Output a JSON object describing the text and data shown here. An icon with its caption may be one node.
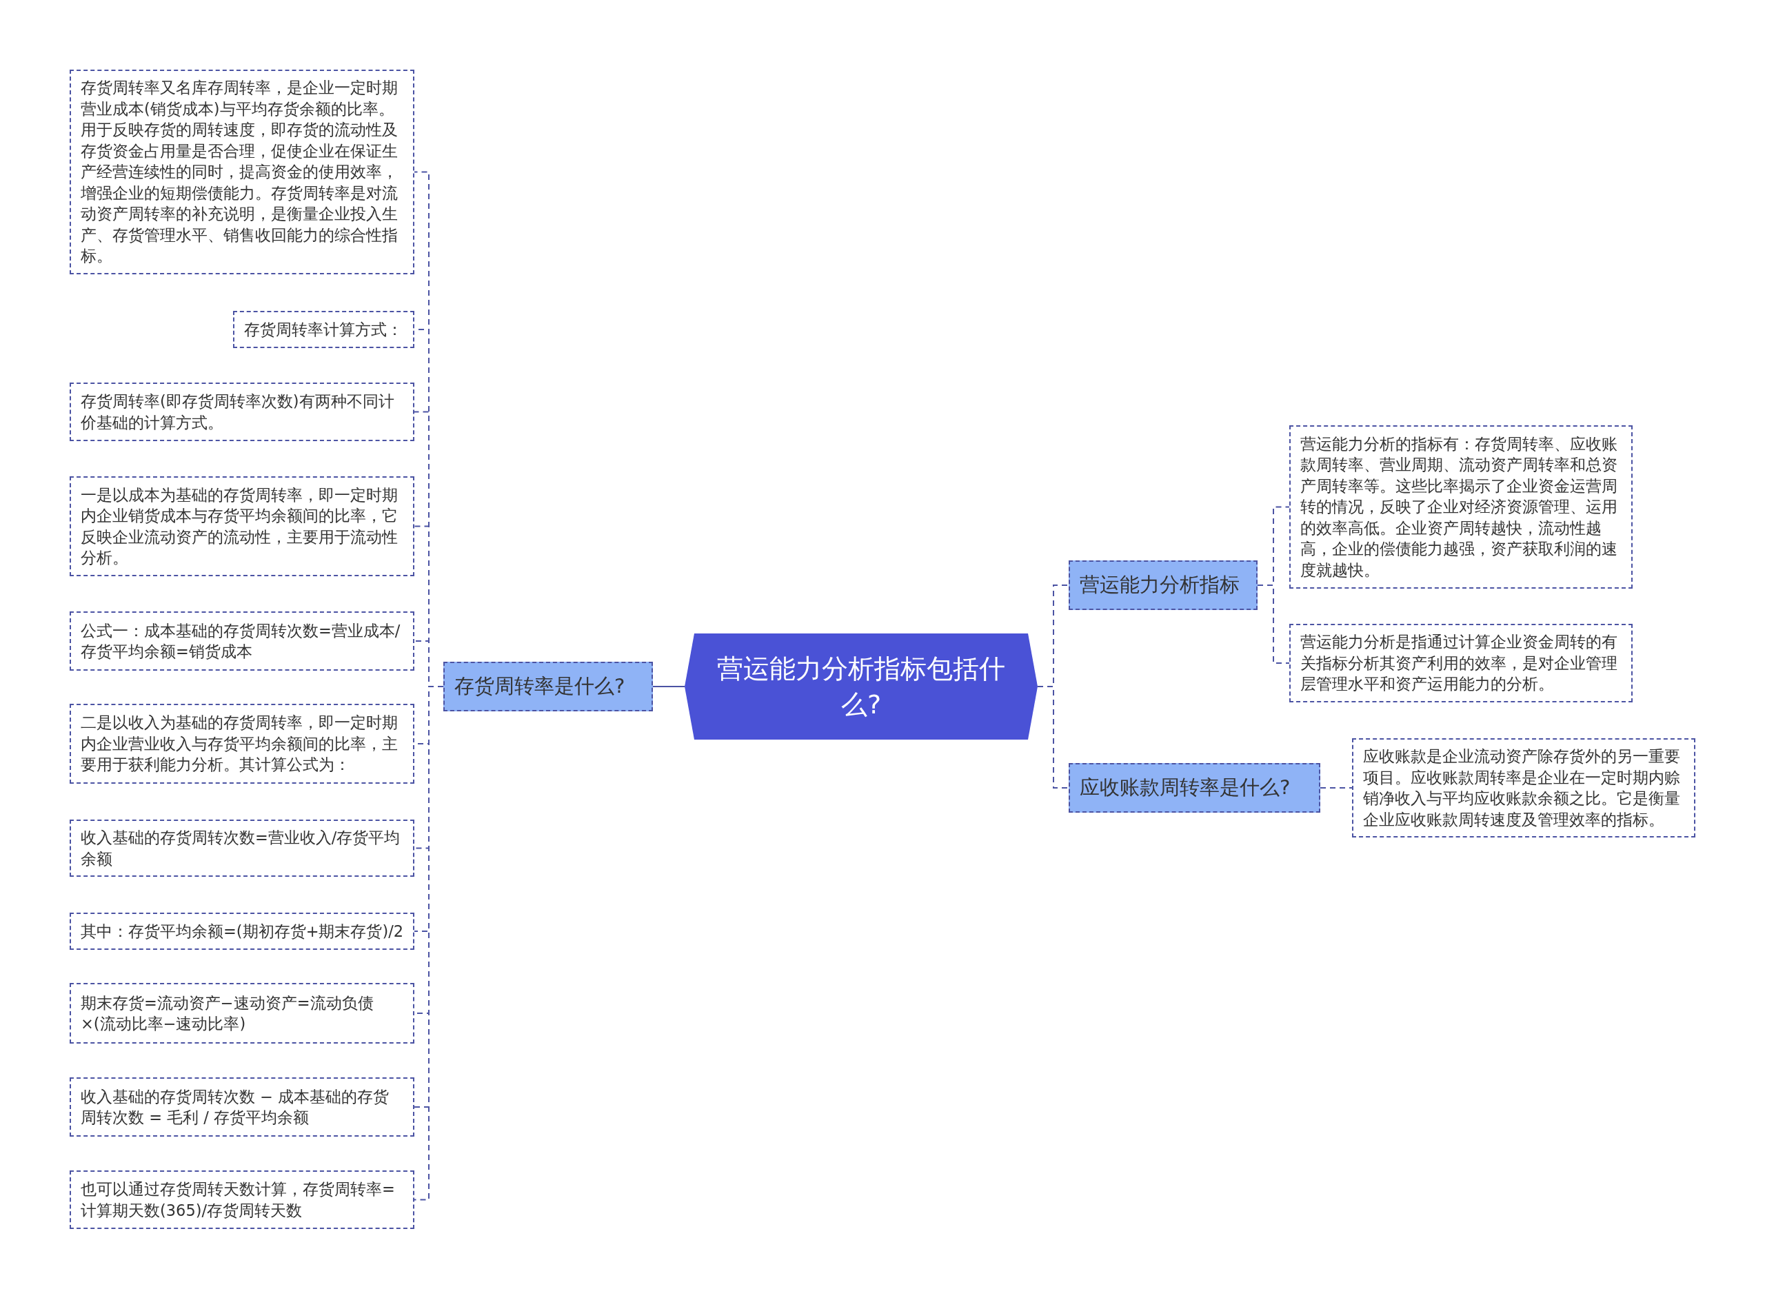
{
  "diagram": {
    "nodes": [
      {
        "text": [
          "营运能力分析指标包括什么?"
        ]
      },
      {
        "text": [
          "存货周转率是什么?"
        ]
      },
      {
        "text": [
          "营运能力分析指标"
        ]
      },
      {
        "text": [
          "应收账款周转率是什么?"
        ]
      },
      {
        "text": [
          "存货周转率又名库存周转率，是企业一定时期营业成本(销货成本)与平均存货余额的比率。用于反映存货的周转速度，即存货的流动性及存货资金占用量是否合理，促使企业在保证生产经营连续性的同时，提高资金的使用效率，增强企业的短期偿债能力。存货周转率是对流动资产周转率的补充说明，是衡量企业投入生产、存货管理水平、销售收回能力的综合性指标。"
        ]
      },
      {
        "text": [
          "存货周转率计算方式："
        ]
      },
      {
        "text": [
          "存货周转率(即存货周转率次数)有两种不同计价基础的计算方式。"
        ]
      },
      {
        "text": [
          "一是以成本为基础的存货周转率，即一定时期内企业销货成本与存货平均余额间的比率，它反映企业流动资产的流动性，主要用于流动性分析。"
        ]
      },
      {
        "text": [
          "公式一：成本基础的存货周转次数=营业成本/存货平均余额=销货成本"
        ]
      },
      {
        "text": [
          "二是以收入为基础的存货周转率，即一定时期内企业营业收入与存货平均余额间的比率，主要用于获利能力分析。其计算公式为："
        ]
      },
      {
        "text": [
          "收入基础的存货周转次数=营业收入/存货平均余额"
        ]
      },
      {
        "text": [
          "其中：存货平均余额=(期初存货+期末存货)/2"
        ]
      },
      {
        "text": [
          "期末存货=流动资产−速动资产=流动负债×(流动比率−速动比率)"
        ]
      },
      {
        "text": [
          "收入基础的存货周转次数 − 成本基础的存货周转次数 = 毛利 / 存货平均余额"
        ]
      },
      {
        "text": [
          "也可以通过存货周转天数计算，存货周转率=计算期天数(365)/存货周转天数"
        ]
      },
      {
        "text": [
          "营运能力分析的指标有：存货周转率、应收账款周转率、营业周期、流动资产周转率和总资产周转率等。这些比率揭示了企业资金运营周转的情况，反映了企业对经济资源管理、运用的效率高低。企业资产周转越快，流动性越高，企业的偿债能力越强，资产获取利润的速度就越快。"
        ]
      },
      {
        "text": [
          "营运能力分析是指通过计算企业资金周转的有关指标分析其资产利用的效率，是对企业管理层管理水平和资产运用能力的分析。"
        ]
      },
      {
        "text": [
          "应收账款是企业流动资产除存货外的另一重要项目。应收账款周转率是企业在一定时期内赊销净收入与平均应收账款余额之比。它是衡量企业应收账款周转速度及管理效率的指标。"
        ]
      }
    ],
    "edges": [
      {
        "from": 0,
        "to": 1,
        "arrow": "none"
      },
      {
        "from": 0,
        "to": 2,
        "arrow": "none",
        "style": "dashed"
      },
      {
        "from": 0,
        "to": 3,
        "arrow": "none",
        "style": "dashed"
      },
      {
        "from": 1,
        "to": 4,
        "arrow": "none",
        "style": "dashed"
      },
      {
        "from": 1,
        "to": 5,
        "arrow": "none",
        "style": "dashed"
      },
      {
        "from": 1,
        "to": 6,
        "arrow": "none",
        "style": "dashed"
      },
      {
        "from": 1,
        "to": 7,
        "arrow": "none",
        "style": "dashed"
      },
      {
        "from": 1,
        "to": 8,
        "arrow": "none",
        "style": "dashed"
      },
      {
        "from": 1,
        "to": 9,
        "arrow": "none",
        "style": "dashed"
      },
      {
        "from": 1,
        "to": 10,
        "arrow": "none",
        "style": "dashed"
      },
      {
        "from": 1,
        "to": 11,
        "arrow": "none",
        "style": "dashed"
      },
      {
        "from": 1,
        "to": 12,
        "arrow": "none",
        "style": "dashed"
      },
      {
        "from": 1,
        "to": 13,
        "arrow": "none",
        "style": "dashed"
      },
      {
        "from": 1,
        "to": 14,
        "arrow": "none",
        "style": "dashed"
      },
      {
        "from": 2,
        "to": 15,
        "arrow": "none",
        "style": "dashed"
      },
      {
        "from": 2,
        "to": 16,
        "arrow": "none",
        "style": "dashed"
      },
      {
        "from": 3,
        "to": 17,
        "arrow": "none",
        "style": "dashed"
      }
    ]
  }
}
